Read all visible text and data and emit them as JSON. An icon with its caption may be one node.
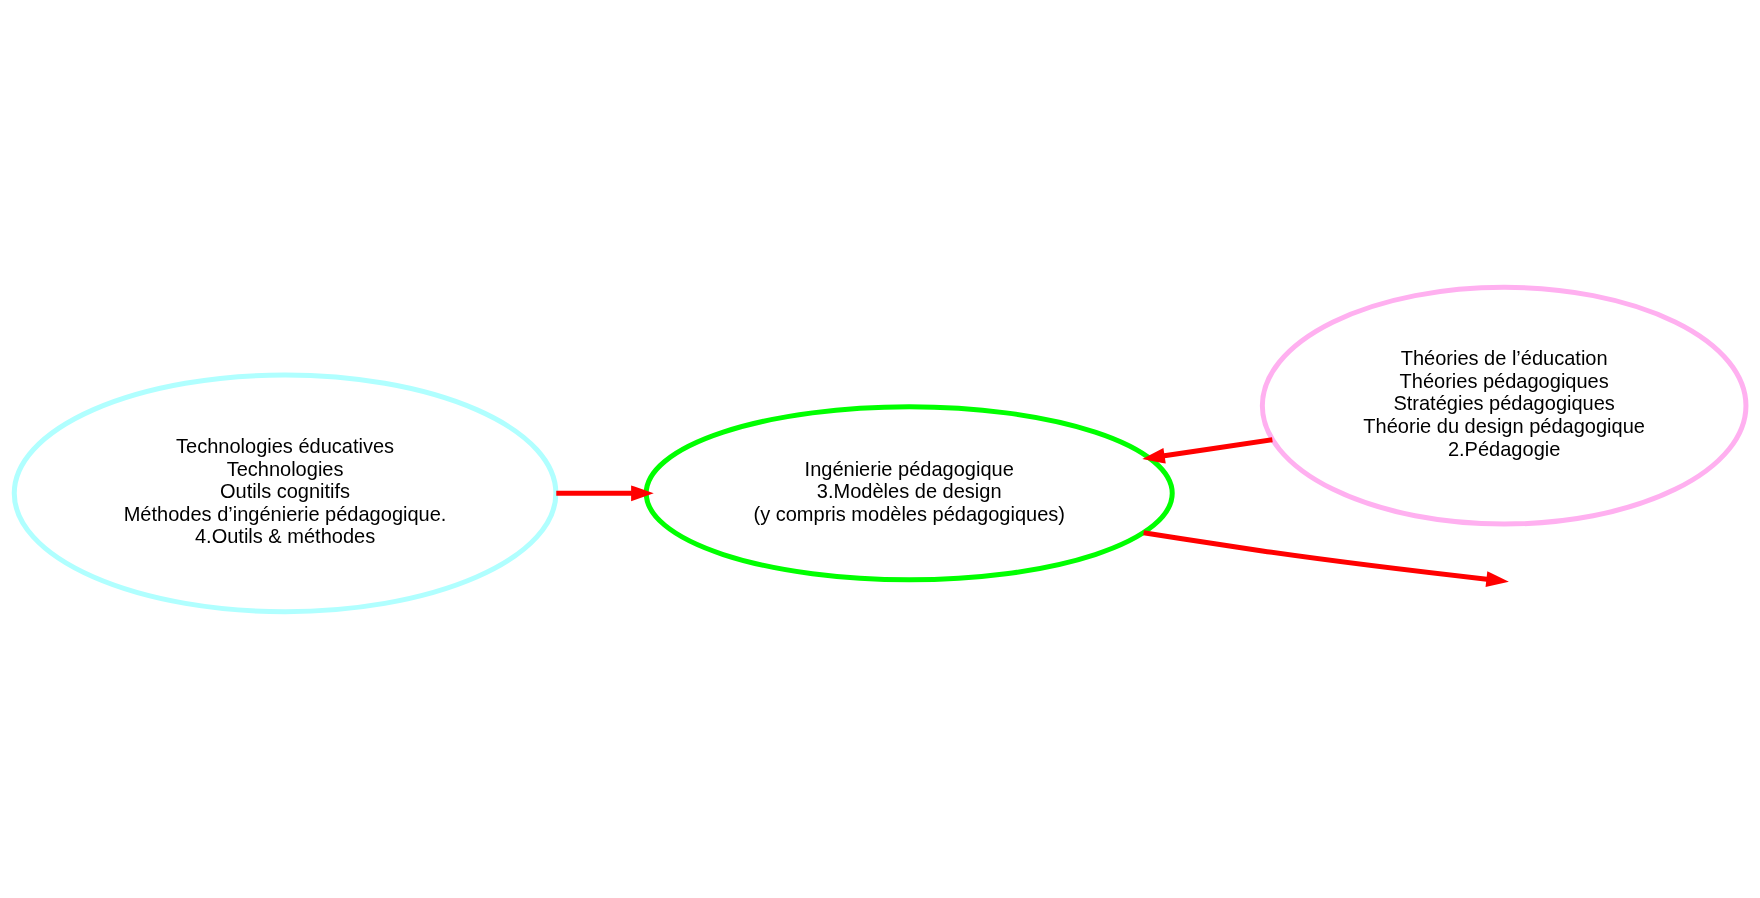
{
  "diagram": {
    "nodes": [
      {
        "text": [
          "Théories de l’éducation",
          "Théories pédagogiques",
          "Stratégies pédagogiques",
          "Théorie du design pédagogique",
          "2.Pédagogie"
        ]
      },
      {
        "text": [
          "Ingénierie pédagogique",
          "3.Modèles de design",
          "(y compris modèles pédagogiques)"
        ]
      },
      {
        "text": [
          "Technologies éducatives",
          "Technologies",
          "Outils cognitifs",
          "Méthodes d’ingénierie pédagogique.",
          "4.Outils & méthodes"
        ]
      }
    ],
    "edges": [
      {
        "from": 0,
        "to": 1,
        "arrow": "to",
        "color": "#ff0000"
      },
      {
        "from": 2,
        "to": 1,
        "arrow": "to",
        "color": "#ff0000"
      },
      {
        "from": 1,
        "to": null,
        "arrow": "to",
        "color": "#ff0000"
      }
    ]
  }
}
